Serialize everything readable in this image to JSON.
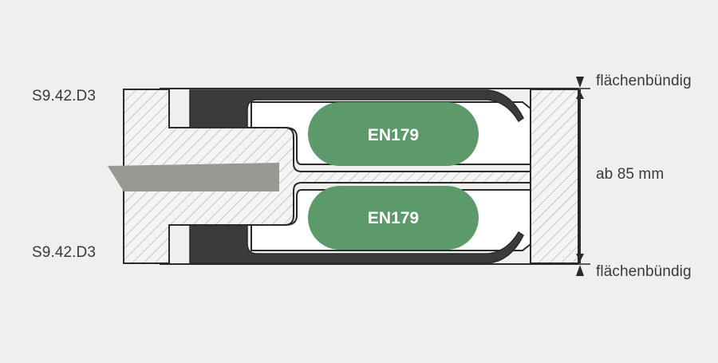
{
  "labels": {
    "profile_top": "S9.42.D3",
    "profile_bottom": "S9.42.D3",
    "flush_top": "flächenbündig",
    "flush_bottom": "flächenbündig",
    "thickness": "ab 85 mm"
  },
  "seals": {
    "top": "EN179",
    "bottom": "EN179"
  },
  "colors": {
    "background": "#efefee",
    "seal_fill": "#5c9a6c",
    "gasket_fill": "#3b3b3b",
    "blade_fill": "#9a9894",
    "line": "#2a2a2a",
    "hatch": "#9a9a98"
  }
}
